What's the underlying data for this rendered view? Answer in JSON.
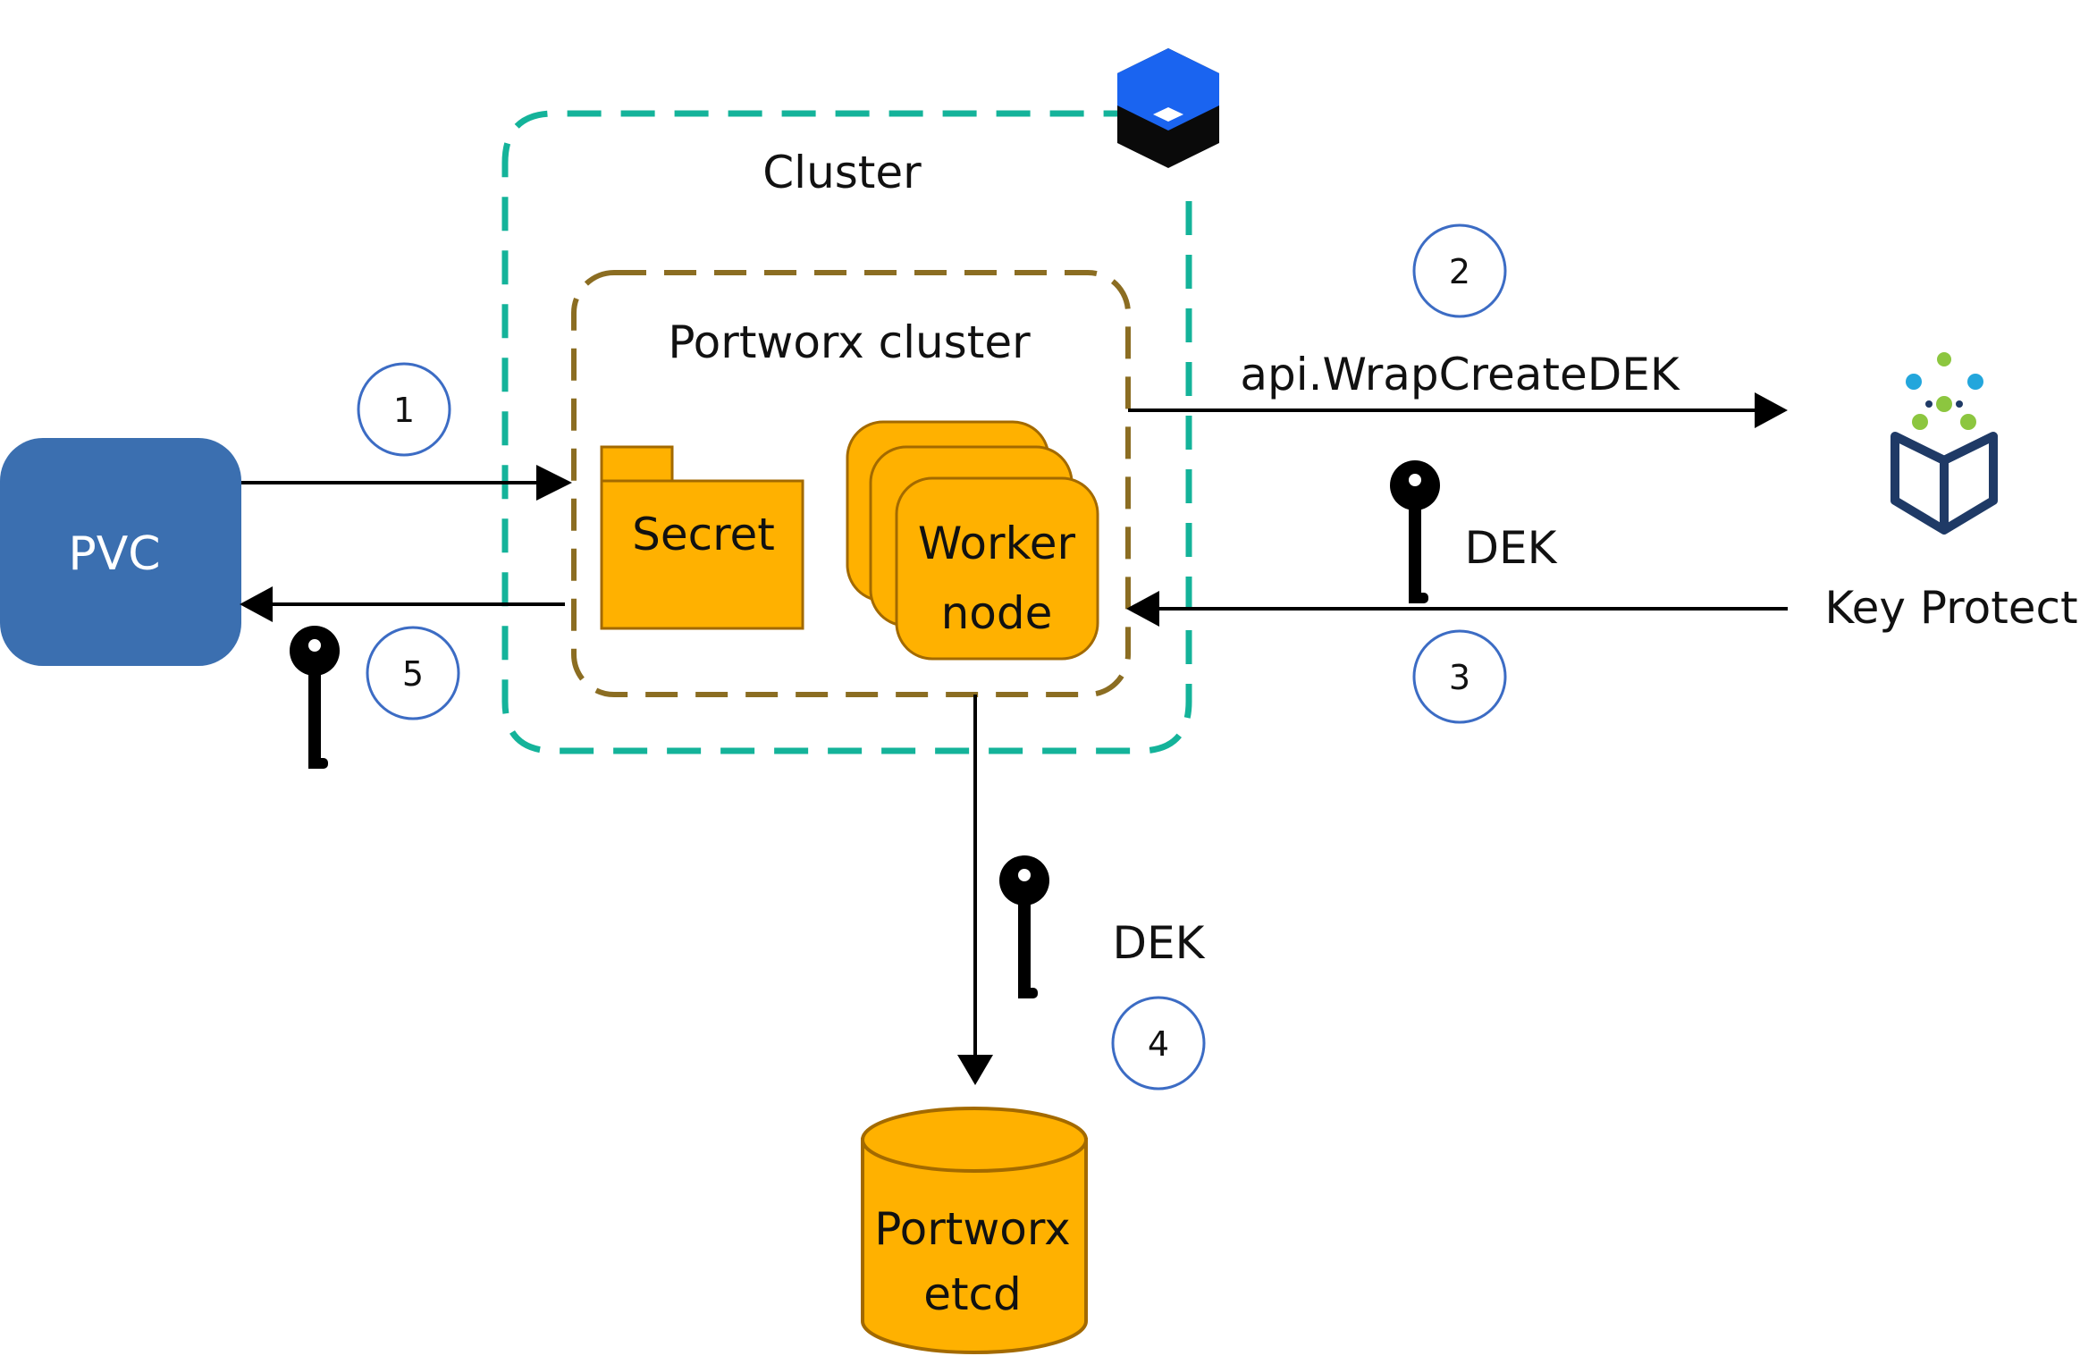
{
  "labels": {
    "cluster": "Cluster",
    "portworx_cluster": "Portworx cluster",
    "pvc": "PVC",
    "secret": "Secret",
    "worker_line1": "Worker",
    "worker_line2": "node",
    "key_protect": "Key Protect",
    "api_call": "api.WrapCreateDEK",
    "dek_right": "DEK",
    "dek_bottom": "DEK",
    "etcd_line1": "Portworx",
    "etcd_line2": "etcd"
  },
  "steps": [
    "1",
    "2",
    "3",
    "4",
    "5"
  ],
  "icons": {
    "platform_logo": "ibm-cloud-kubernetes-logo",
    "key_protect_logo": "key-protect-cube-icon",
    "key": "key-icon"
  },
  "colors": {
    "cluster_border": "#14b39a",
    "portworx_border": "#8b6d22",
    "pvc_fill": "#3b6fb0",
    "orange_fill": "#ffb100",
    "orange_stroke": "#a36a00",
    "step_circle": "#3c6cc4",
    "logo_blue": "#1a64f0",
    "logo_dark": "#0a0a0a",
    "kp_navy": "#1f3a66",
    "kp_green": "#8cc63f",
    "kp_cyan": "#23a6dc"
  }
}
